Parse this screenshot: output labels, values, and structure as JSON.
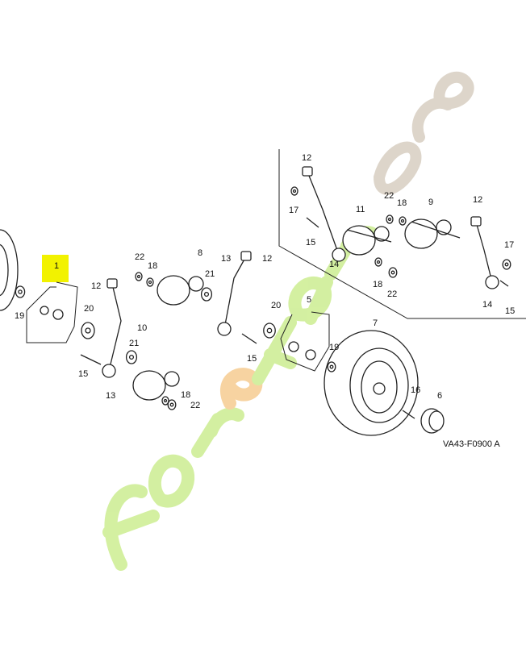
{
  "diagram": {
    "drawing_code": "VA43-F0900 A",
    "highlighted_label": "1",
    "highlight_color": "#f2f200",
    "kit_label_color": "#4a8a00",
    "labels": [
      "1",
      "19",
      "20",
      "15",
      "12",
      "13",
      "10",
      "21",
      "18",
      "22",
      "22",
      "18",
      "8",
      "21",
      "13",
      "12",
      "15",
      "20",
      "5",
      "19",
      "7",
      "16",
      "6",
      "12",
      "17",
      "15",
      "14",
      "11",
      "22",
      "18",
      "9",
      "18",
      "22",
      "12",
      "17",
      "14",
      "15"
    ],
    "watermark": {
      "text": "foretjardin.com",
      "color_main": "#c9ec8a",
      "color_accent": "#f6c98a",
      "color_domain": "#d5cbbd"
    }
  }
}
